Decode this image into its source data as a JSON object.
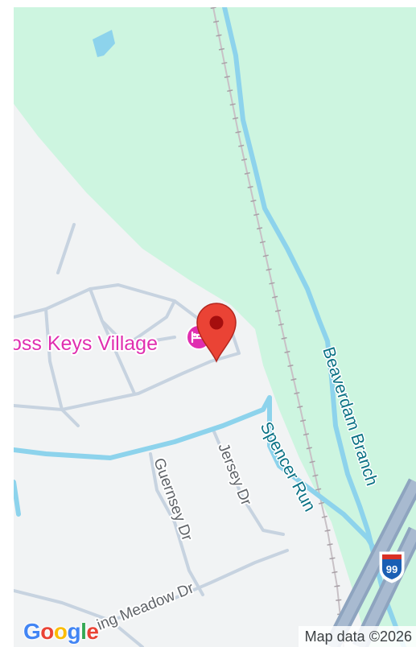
{
  "map": {
    "poi": {
      "name": "oss Keys Village",
      "icon": "hotel-icon"
    },
    "marker": {
      "icon": "map-pin-icon",
      "color": "#ea4335"
    },
    "roads": {
      "jersey": "Jersey Dr",
      "guernsey": "Guernsey Dr",
      "meadow": "...ing Meadow Dr"
    },
    "waterways": {
      "spencer_run": "Spencer Run",
      "beaverdam_branch": "Beaverdam Branch"
    },
    "highway_shield": {
      "number": "99",
      "icon": "interstate-shield-icon"
    },
    "colors": {
      "park": "#cdf5e0",
      "land": "#f1f3f4",
      "water": "#8dd3ec",
      "road": "#c7d3e0",
      "poi": "#e02fb0",
      "marker": "#ea4335"
    }
  },
  "footer": {
    "attribution": "Map data ©2026",
    "logo_letters": [
      {
        "ch": "G",
        "color": "#4285f4"
      },
      {
        "ch": "o",
        "color": "#ea4335"
      },
      {
        "ch": "o",
        "color": "#fbbc05"
      },
      {
        "ch": "g",
        "color": "#4285f4"
      },
      {
        "ch": "l",
        "color": "#34a853"
      },
      {
        "ch": "e",
        "color": "#ea4335"
      }
    ]
  }
}
